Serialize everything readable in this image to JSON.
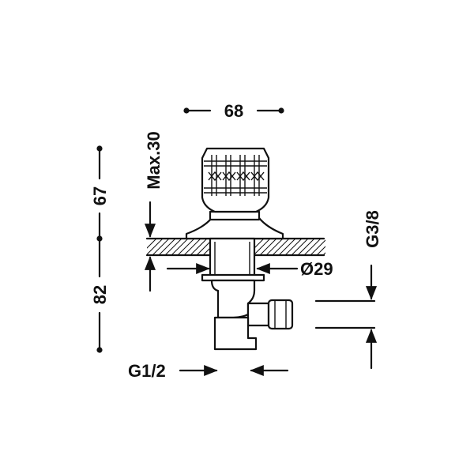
{
  "dimensions": {
    "width_top": "68",
    "max_thickness": "Max.30",
    "height_upper": "67",
    "height_lower": "82",
    "diameter": "Ø29",
    "outlet_thread": "G3/8",
    "inlet_thread": "G1/2"
  },
  "colors": {
    "line": "#111111",
    "background": "#ffffff"
  }
}
